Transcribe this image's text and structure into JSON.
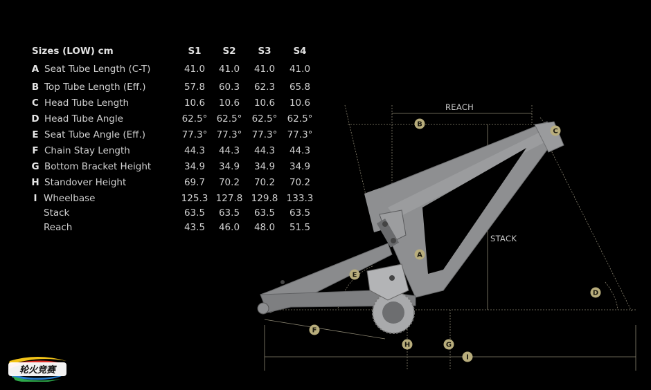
{
  "table": {
    "title": "Sizes (LOW) cm",
    "size_headers": [
      "S1",
      "S2",
      "S3",
      "S4"
    ],
    "rows": [
      {
        "letter": "A",
        "name": "Seat Tube Length (C-T)",
        "values": [
          "41.0",
          "41.0",
          "41.0",
          "41.0"
        ]
      },
      {
        "letter": "B",
        "name": "Top Tube Length (Eff.)",
        "values": [
          "57.8",
          "60.3",
          "62.3",
          "65.8"
        ]
      },
      {
        "letter": "C",
        "name": "Head Tube Length",
        "values": [
          "10.6",
          "10.6",
          "10.6",
          "10.6"
        ]
      },
      {
        "letter": "D",
        "name": "Head Tube Angle",
        "values": [
          "62.5°",
          "62.5°",
          "62.5°",
          "62.5°"
        ]
      },
      {
        "letter": "E",
        "name": "Seat Tube Angle (Eff.)",
        "values": [
          "77.3°",
          "77.3°",
          "77.3°",
          "77.3°"
        ]
      },
      {
        "letter": "F",
        "name": "Chain Stay Length",
        "values": [
          "44.3",
          "44.3",
          "44.3",
          "44.3"
        ]
      },
      {
        "letter": "G",
        "name": "Bottom Bracket Height",
        "values": [
          "34.9",
          "34.9",
          "34.9",
          "34.9"
        ]
      },
      {
        "letter": "H",
        "name": "Standover Height",
        "values": [
          "69.7",
          "70.2",
          "70.2",
          "70.2"
        ]
      },
      {
        "letter": "I",
        "name": "Wheelbase",
        "values": [
          "125.3",
          "127.8",
          "129.8",
          "133.3"
        ]
      },
      {
        "letter": "",
        "name": "Stack",
        "values": [
          "63.5",
          "63.5",
          "63.5",
          "63.5"
        ]
      },
      {
        "letter": "",
        "name": "Reach",
        "values": [
          "43.5",
          "46.0",
          "48.0",
          "51.5"
        ]
      }
    ]
  },
  "diagram": {
    "reach_label": "REACH",
    "stack_label": "STACK",
    "markers": [
      "A",
      "B",
      "C",
      "D",
      "E",
      "F",
      "G",
      "H",
      "I"
    ],
    "accent_color": "#b8ad7c",
    "frame_color": "#8e8f91",
    "dimension_line_color": "#9a9277"
  },
  "logo": {
    "text": "轮火竞赛"
  }
}
